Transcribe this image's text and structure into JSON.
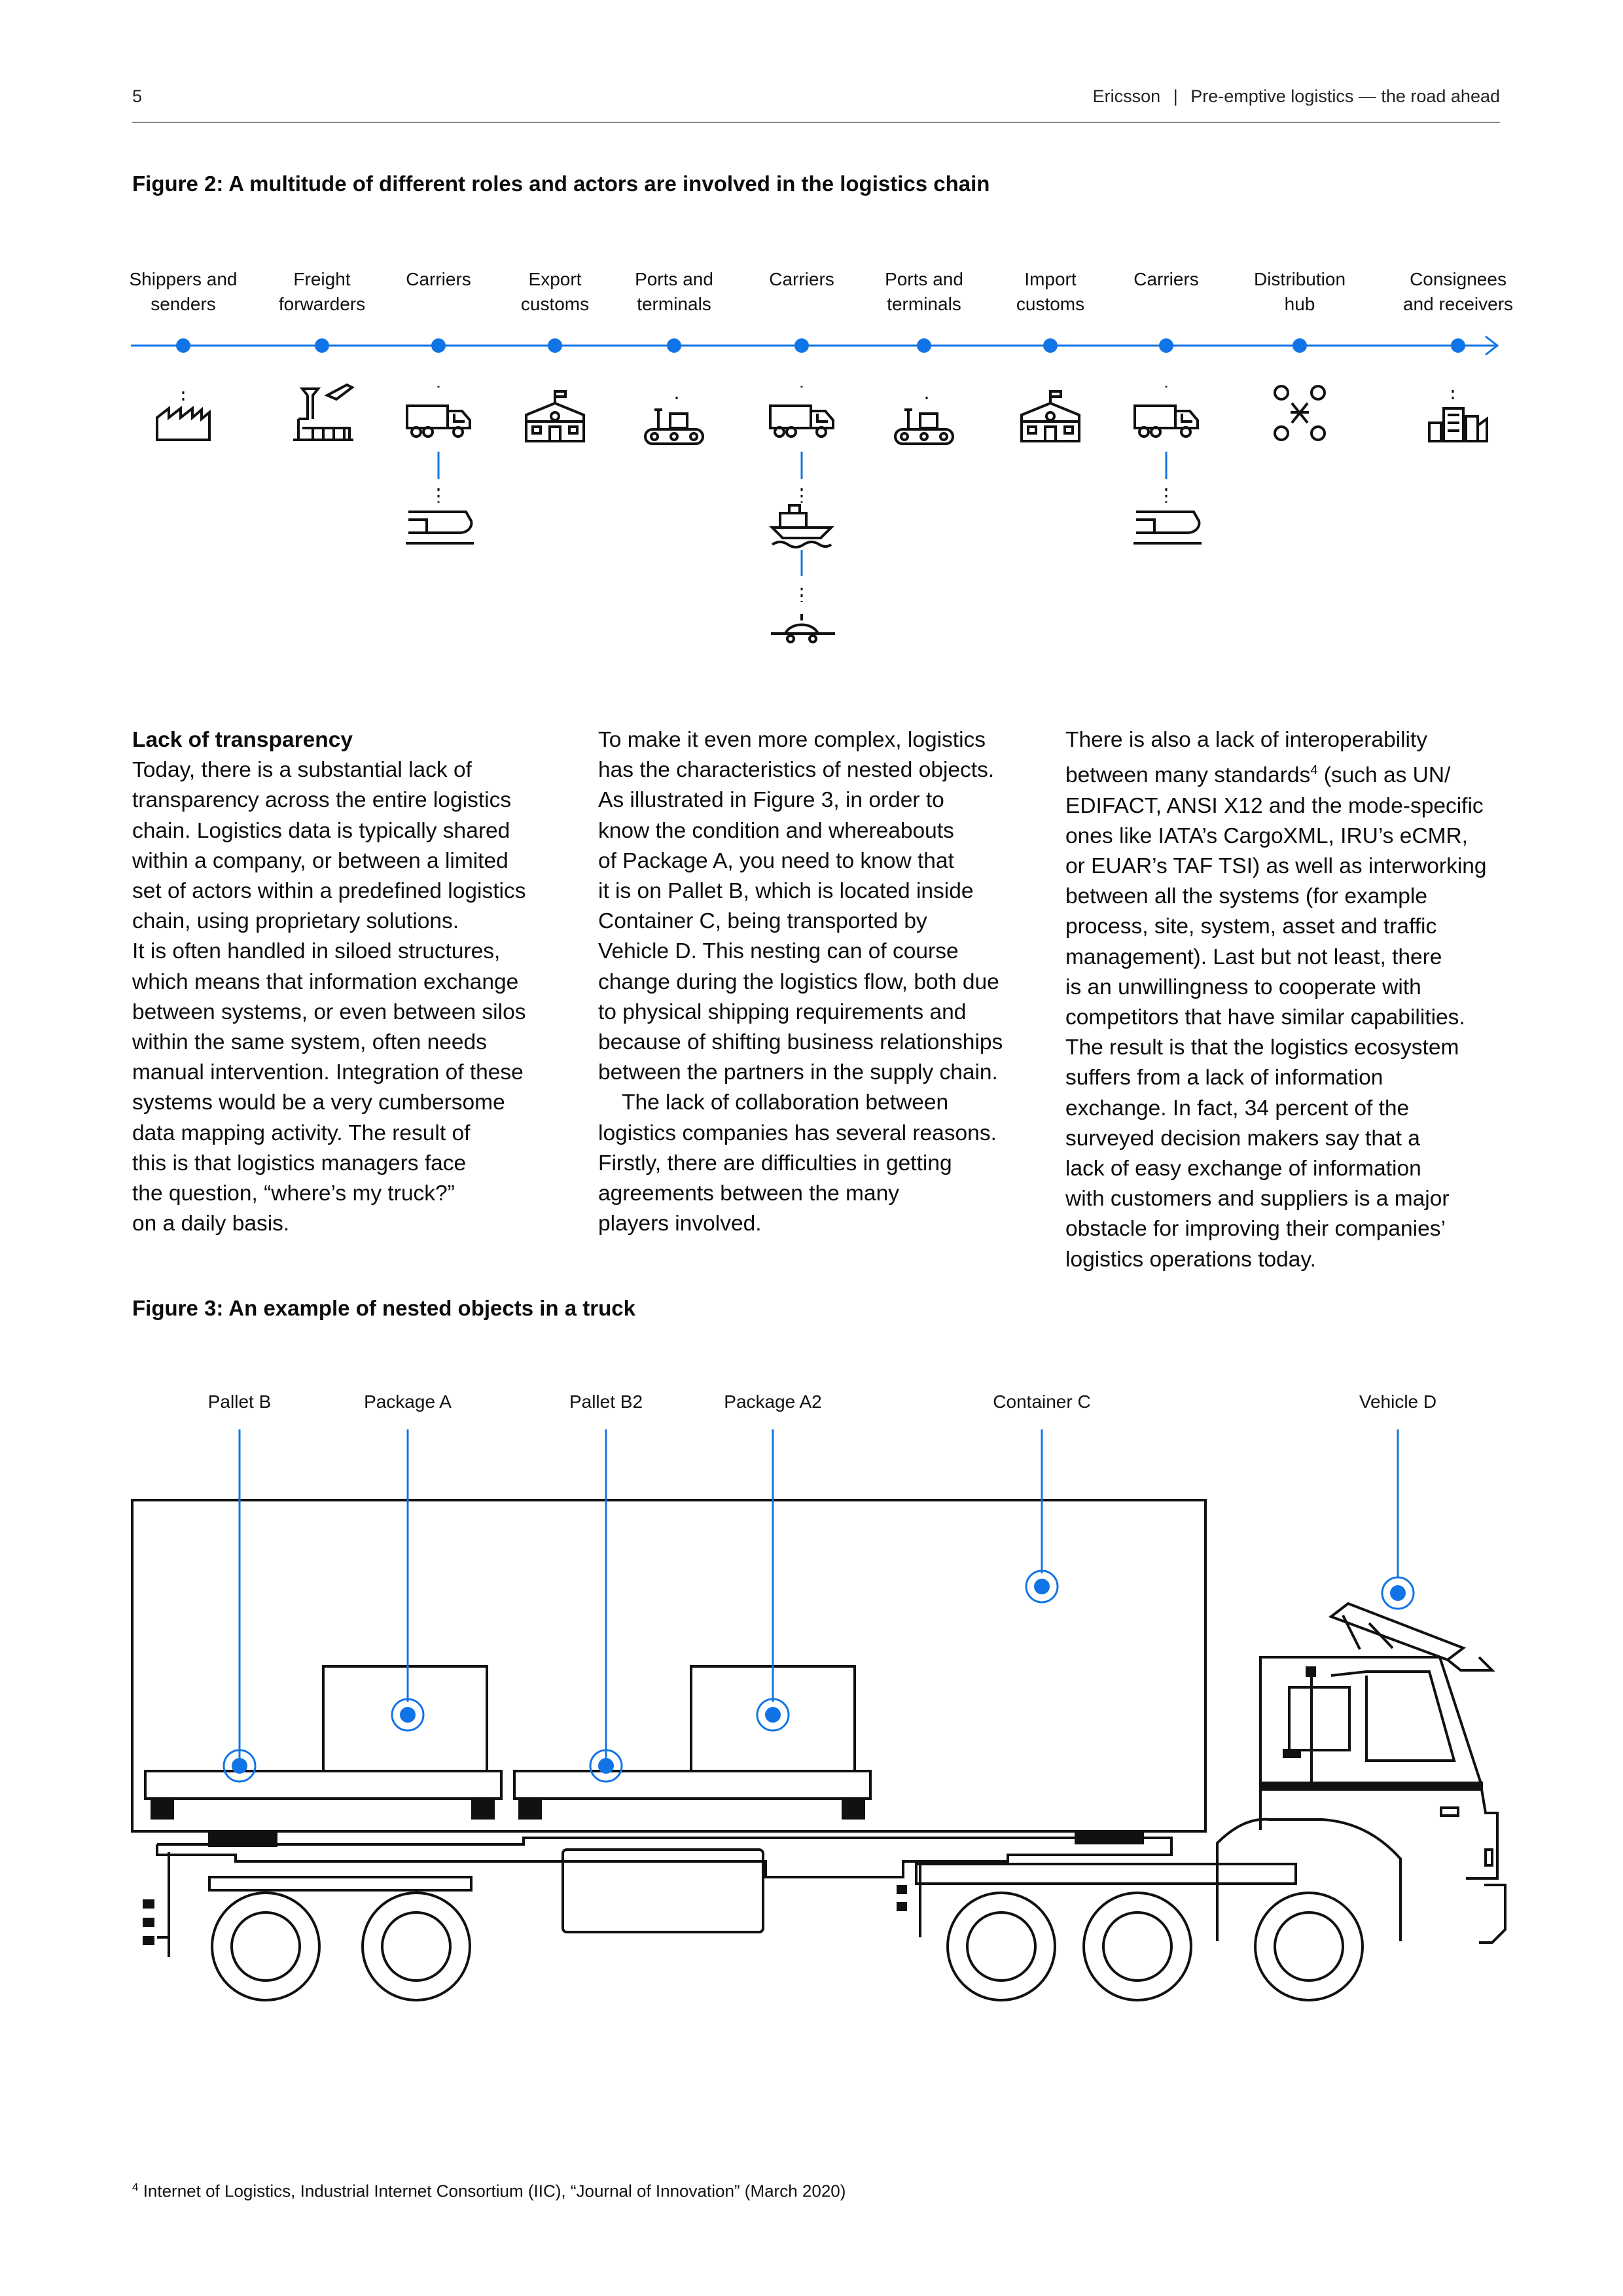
{
  "header": {
    "page_number": "5",
    "company": "Ericsson",
    "separator": "|",
    "doc_title": "Pre-emptive logistics — the road ahead"
  },
  "figure2": {
    "title": "Figure 2: A multitude of different roles and actors are involved in the logistics chain",
    "roles": [
      {
        "l1": "Shippers and",
        "l2": "senders",
        "icon": "factory-icon"
      },
      {
        "l1": "Freight",
        "l2": "forwarders",
        "icon": "airport-icon"
      },
      {
        "l1": "Carriers",
        "l2": "",
        "icon": "truck-icon"
      },
      {
        "l1": "Export",
        "l2": "customs",
        "icon": "customs-building-icon"
      },
      {
        "l1": "Ports and",
        "l2": "terminals",
        "icon": "conveyor-icon"
      },
      {
        "l1": "Carriers",
        "l2": "",
        "icon": "truck-icon"
      },
      {
        "l1": "Ports and",
        "l2": "terminals",
        "icon": "conveyor-icon"
      },
      {
        "l1": "Import",
        "l2": "customs",
        "icon": "customs-building-icon"
      },
      {
        "l1": "Carriers",
        "l2": "",
        "icon": "truck-icon"
      },
      {
        "l1": "Distribution",
        "l2": "hub",
        "icon": "distribution-hub-icon"
      },
      {
        "l1": "Consignees",
        "l2": "and receivers",
        "icon": "city-buildings-icon"
      }
    ],
    "accent_color": "#1174e6"
  },
  "body": {
    "col1_heading": "Lack of transparency",
    "col1_lines": [
      "Today, there is a substantial lack of",
      "transparency across the entire logistics",
      "chain. Logistics data is typically shared",
      "within a company, or between a limited",
      "set of actors within a predefined logistics",
      "chain, using proprietary solutions.",
      "It is often handled in siloed structures,",
      "which means that information exchange",
      "between systems, or even between silos",
      "within the same system, often needs",
      "manual intervention. Integration of these",
      "systems would be a very cumbersome",
      "data mapping activity. The result of",
      "this is that logistics managers face",
      "the question, “where’s my truck?”",
      "on a daily basis."
    ],
    "col2_lines": [
      "To make it even more complex, logistics",
      "has the characteristics of nested objects.",
      "As illustrated in Figure 3, in order to",
      "know the condition and whereabouts",
      "of Package A, you need to know that",
      "it is on Pallet B, which is located inside",
      "Container C, being transported by",
      "Vehicle D. This nesting can of course",
      "change during the logistics flow, both due",
      "to physical shipping requirements and",
      "because of shifting business relationships",
      "between the partners in the supply chain."
    ],
    "col2_lines_b": [
      "The lack of collaboration between",
      "logistics companies has several reasons.",
      "Firstly, there are difficulties in getting",
      "agreements between the many",
      "players involved."
    ],
    "col3_l1": "There is also a lack of interoperability",
    "col3_l2a": "between many standards",
    "col3_sup": "4",
    "col3_l2b": " (such as UN/",
    "col3_lines": [
      "EDIFACT, ANSI X12 and the mode-specific",
      "ones like IATA’s CargoXML, IRU’s eCMR,",
      "or EUAR’s TAF TSI) as well as interworking",
      "between all the systems (for example",
      "process, site, system, asset and traffic",
      "management). Last but not least, there",
      "is an unwillingness to cooperate with",
      "competitors that have similar capabilities.",
      "The result is that the logistics ecosystem",
      "suffers from a lack of information",
      "exchange. In fact, 34 percent of the",
      "surveyed decision makers say that a",
      "lack of easy exchange of information",
      "with customers and suppliers is a major",
      "obstacle for improving their companies’",
      "logistics operations today."
    ]
  },
  "figure3": {
    "title": "Figure 3: An example of nested objects in a truck",
    "callouts": [
      "Pallet B",
      "Package A",
      "Pallet B2",
      "Package A2",
      "Container C",
      "Vehicle D"
    ]
  },
  "footnote": {
    "mark": "4",
    "text": " Internet of Logistics, Industrial Internet Consortium (IIC), “Journal of Innovation” (March 2020)"
  }
}
